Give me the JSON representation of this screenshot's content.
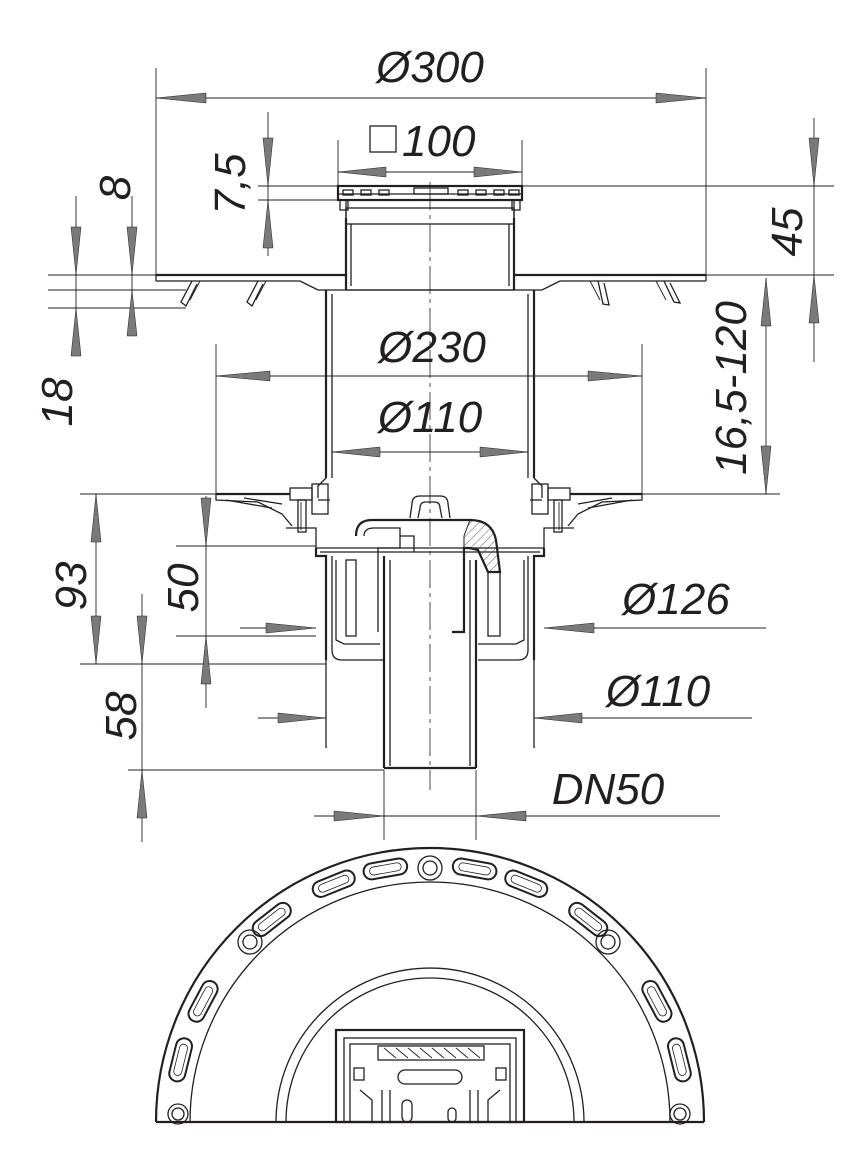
{
  "dimensions": {
    "d300": "Ø300",
    "sq100": "100",
    "h7_5": "7,5",
    "h8": "8",
    "h45": "45",
    "h18": "18",
    "d230": "Ø230",
    "d110_top": "Ø110",
    "h16_5_120": "16,5-120",
    "h93": "93",
    "h50": "50",
    "d126": "Ø126",
    "d110_bottom": "Ø110",
    "h58": "58",
    "dn50": "DN50"
  },
  "colors": {
    "line": "#231f20",
    "arrow_fill": "#7a7a7a",
    "background": "#ffffff"
  }
}
